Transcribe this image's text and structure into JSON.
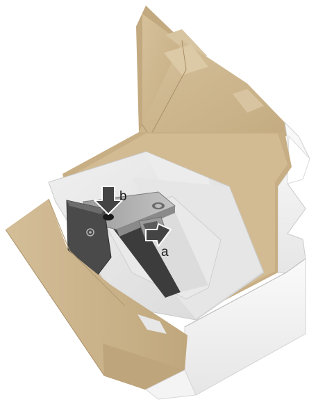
{
  "callouts": {
    "a": {
      "label": "a",
      "action": "insert"
    },
    "b": {
      "label": "b",
      "action": "press-down"
    }
  },
  "colors": {
    "cardboard_kraft": "#cbb48e",
    "cardboard_kraft_dark": "#b79f75",
    "cardboard_white": "#f2f2f2",
    "foam_insert": "#e4e4e4",
    "stand_metal": "#a9a9a9",
    "stand_base": "#4a4a4a",
    "arrow_fill": "#444444"
  },
  "icons": [
    "down-arrow-icon",
    "insert-arrow-icon",
    "dell-logo-icon"
  ]
}
